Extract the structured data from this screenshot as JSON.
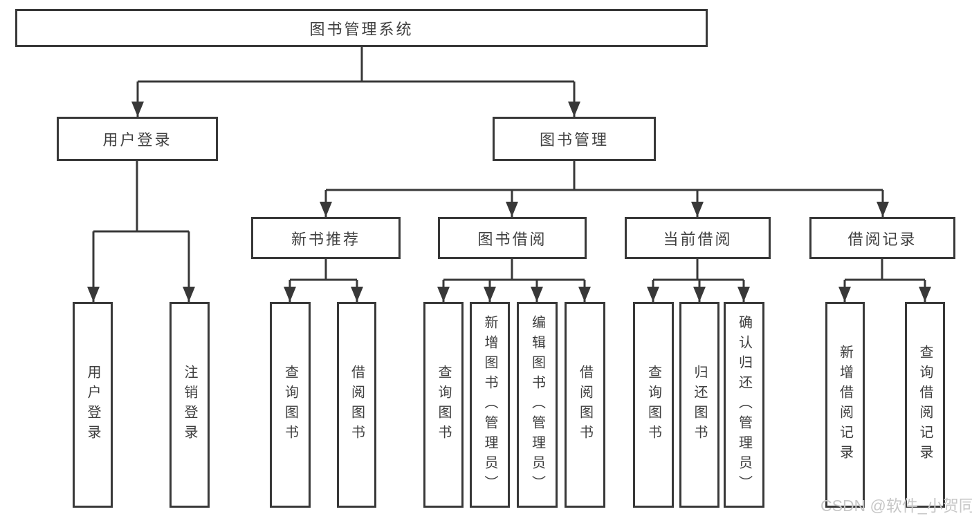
{
  "colors": {
    "line": "#383838",
    "text": "#3f3f3f",
    "box_background": "#ffffff",
    "watermark": "#c7c7c7"
  },
  "watermark": {
    "text": "CSDN @软件_小贺同学"
  },
  "tree": {
    "root": {
      "label": "图书管理系统",
      "children": [
        {
          "label": "用户登录",
          "children": [
            {
              "label": "用户登录"
            },
            {
              "label": "注销登录"
            }
          ]
        },
        {
          "label": "图书管理",
          "children": [
            {
              "label": "新书推荐",
              "children": [
                {
                  "label": "查询图书"
                },
                {
                  "label": "借阅图书"
                }
              ]
            },
            {
              "label": "图书借阅",
              "children": [
                {
                  "label": "查询图书"
                },
                {
                  "label": "新增图书（管理员）"
                },
                {
                  "label": "编辑图书（管理员）"
                },
                {
                  "label": "借阅图书"
                }
              ]
            },
            {
              "label": "当前借阅",
              "children": [
                {
                  "label": "查询图书"
                },
                {
                  "label": "归还图书"
                },
                {
                  "label": "确认归还（管理员）"
                }
              ]
            },
            {
              "label": "借阅记录",
              "children": [
                {
                  "label": "新增借阅记录"
                },
                {
                  "label": "查询借阅记录"
                }
              ]
            }
          ]
        }
      ]
    }
  }
}
